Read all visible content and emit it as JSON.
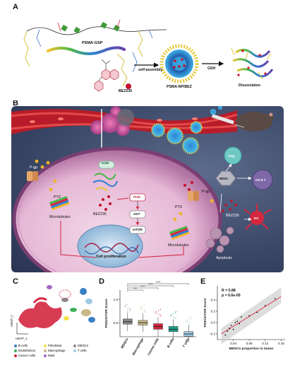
{
  "panels": {
    "a": "A",
    "b": "B",
    "c": "C",
    "d": "D",
    "e": "E"
  },
  "panel_a": {
    "polymer_label": "PSMA-GSP",
    "drug_label": "BEZ235",
    "step1": "self-assembly",
    "np_label": "PSMA-NP/BEZ",
    "step2": "GSH",
    "final_label": "Dissociation"
  },
  "panel_b": {
    "gsh_top": "GSH",
    "bez_left": "BEZ235",
    "pgp_left": "P-gp",
    "pgp_right": "P-gp",
    "ptx_left": "PTX",
    "ptx_right": "PTX",
    "microtubules_left": "Microtubules",
    "microtubules_right": "Microtubules",
    "pi3k": "PI3K",
    "akt": "AKT",
    "mtor": "mTOR",
    "cell_prolif": "Cell proliferation",
    "treg": "Treg",
    "mdsc": "MDSC",
    "cd8": "CD 8 T",
    "dc": "DC",
    "bez_right": "BEZ235",
    "apoptosis": "Apoptosis"
  },
  "panel_c": {
    "x_axis": "UMAP_1",
    "y_axis": "UMAP_2",
    "legend": [
      {
        "name": "B cells",
        "color": "#3a7fc4"
      },
      {
        "name": "Fibroblast",
        "color": "#f2e14b"
      },
      {
        "name": "MDSCs",
        "color": "#8a8a8a"
      },
      {
        "name": "Endothelium",
        "color": "#3fae5a"
      },
      {
        "name": "Macrophage",
        "color": "#c9b88a"
      },
      {
        "name": "T cells",
        "color": "#9ecae1"
      },
      {
        "name": "Cancer cells",
        "color": "#d4273f"
      },
      {
        "name": "Mast",
        "color": "#a066c2"
      }
    ]
  },
  "chart_data": [
    {
      "type": "bar",
      "subtype": "box",
      "ylabel": "PI3K/mTOR Score",
      "ylim": [
        0.2,
        1.2
      ],
      "yticks": [
        "0.5",
        "1.0"
      ],
      "categories": [
        "MDSCs",
        "Macrophage",
        "Cancer cells",
        "B cells",
        "T cells"
      ],
      "colors": [
        "#8a8a8a",
        "#c9b88a",
        "#d4273f",
        "#1f9e8a",
        "#9ecae1"
      ],
      "boxes": [
        {
          "q1": 0.47,
          "median": 0.52,
          "q3": 0.58,
          "low": 0.32,
          "high": 0.72
        },
        {
          "q1": 0.45,
          "median": 0.5,
          "q3": 0.55,
          "low": 0.3,
          "high": 0.7
        },
        {
          "q1": 0.36,
          "median": 0.42,
          "q3": 0.48,
          "low": 0.2,
          "high": 0.62
        },
        {
          "q1": 0.31,
          "median": 0.36,
          "q3": 0.42,
          "low": 0.15,
          "high": 0.57
        },
        {
          "q1": 0.21,
          "median": 0.26,
          "q3": 0.31,
          "low": 0.08,
          "high": 0.46
        }
      ],
      "significance": [
        "***",
        "****",
        "****",
        "****"
      ]
    },
    {
      "type": "scatter",
      "xlabel": "MDSCs proportion in tumor",
      "ylabel": "PI3K/mTOR Score",
      "xlim": [
        0.0,
        0.17
      ],
      "ylim": [
        -0.3,
        0.65
      ],
      "xticks": [
        "0.04",
        "0.08",
        "0.12",
        "0.16"
      ],
      "yticks": [
        "-0.2",
        "0.0",
        "0.2",
        "0.4"
      ],
      "annotation_r": "R = 0.88",
      "annotation_p": "p = 6.6e-05",
      "points": [
        [
          0.02,
          -0.22
        ],
        [
          0.025,
          -0.15
        ],
        [
          0.03,
          -0.1
        ],
        [
          0.035,
          -0.05
        ],
        [
          0.04,
          -0.12
        ],
        [
          0.045,
          0.0
        ],
        [
          0.05,
          0.02
        ],
        [
          0.055,
          -0.02
        ],
        [
          0.06,
          0.1
        ],
        [
          0.08,
          0.12
        ],
        [
          0.1,
          0.18
        ],
        [
          0.12,
          0.3
        ],
        [
          0.145,
          0.42
        ]
      ],
      "fit": [
        [
          0.01,
          -0.2
        ],
        [
          0.16,
          0.46
        ]
      ]
    }
  ]
}
